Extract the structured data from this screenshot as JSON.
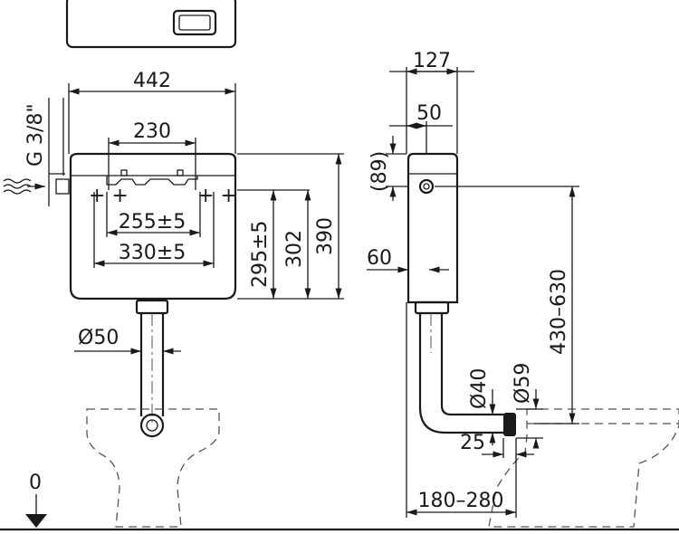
{
  "labels": {
    "front": {
      "width_total": "442",
      "pipe_thread": "G 3/8\"",
      "spacing_top": "230",
      "spacing_mid": "255±5",
      "spacing_outer": "330±5",
      "height_295": "295±5",
      "height_302": "302",
      "height_390": "390",
      "pipe_dia": "Ø50"
    },
    "side": {
      "depth_127": "127",
      "depth_50": "50",
      "height_89": "(89)",
      "depth_60": "60",
      "height_range": "430–630",
      "dia_40": "Ø40",
      "dia_59": "Ø59",
      "offset_25": "25",
      "range_180_280": "180–280"
    },
    "floor_level": "0"
  },
  "colors": {
    "line": "#1a1a1a",
    "dashed": "#555555",
    "background": "#ffffff"
  }
}
